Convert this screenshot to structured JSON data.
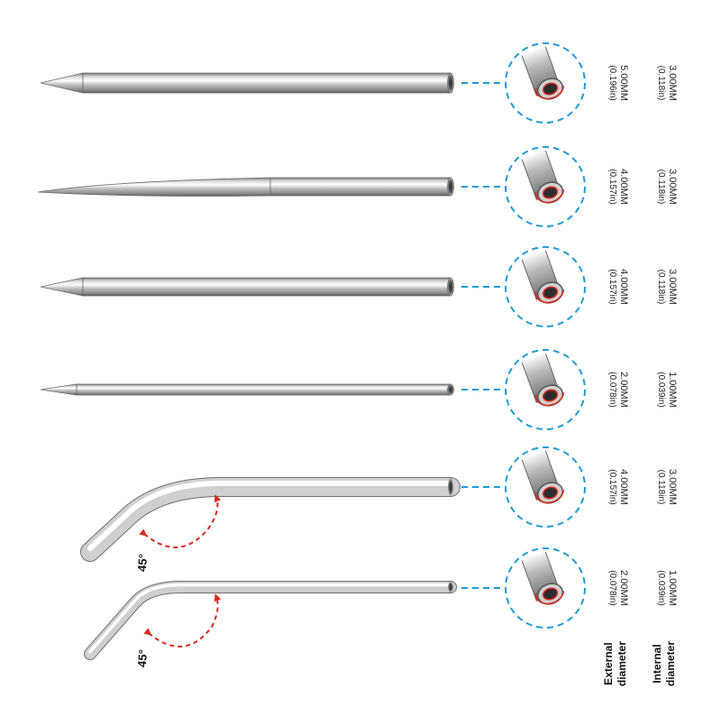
{
  "colors": {
    "accent_blue": "#1e9bd6",
    "arrow_red": "#d9291c",
    "steel_light": "#f4f4f4",
    "steel_dark": "#6b6b6b"
  },
  "needles": [
    {
      "tip": "cone",
      "external_mm": "5.00MM",
      "external_in": "(0.196in)",
      "internal_mm": "3.00MM",
      "internal_in": "(0.118in)"
    },
    {
      "tip": "blade",
      "external_mm": "4.00MM",
      "external_in": "(0.157in)",
      "internal_mm": "3.00MM",
      "internal_in": "(0.118in)"
    },
    {
      "tip": "cone",
      "external_mm": "4.00MM",
      "external_in": "(0.157in)",
      "internal_mm": "3.00MM",
      "internal_in": "(0.118in)"
    },
    {
      "tip": "cone",
      "external_mm": "2.00MM",
      "external_in": "(0.078in)",
      "internal_mm": "1.00MM",
      "internal_in": "(0.039in)"
    },
    {
      "tip": "bent",
      "angle": "45°",
      "external_mm": "4.00MM",
      "external_in": "(0.157in)",
      "internal_mm": "3.00MM",
      "internal_in": "(0.118in)"
    },
    {
      "tip": "bent",
      "angle": "45°",
      "external_mm": "2.00MM",
      "external_in": "(0.078in)",
      "internal_mm": "1.00MM",
      "internal_in": "(0.039in)"
    }
  ],
  "footer": {
    "external_line1": "External",
    "external_line2": "diameter",
    "internal_line1": "Internal",
    "internal_line2": "diameter"
  }
}
